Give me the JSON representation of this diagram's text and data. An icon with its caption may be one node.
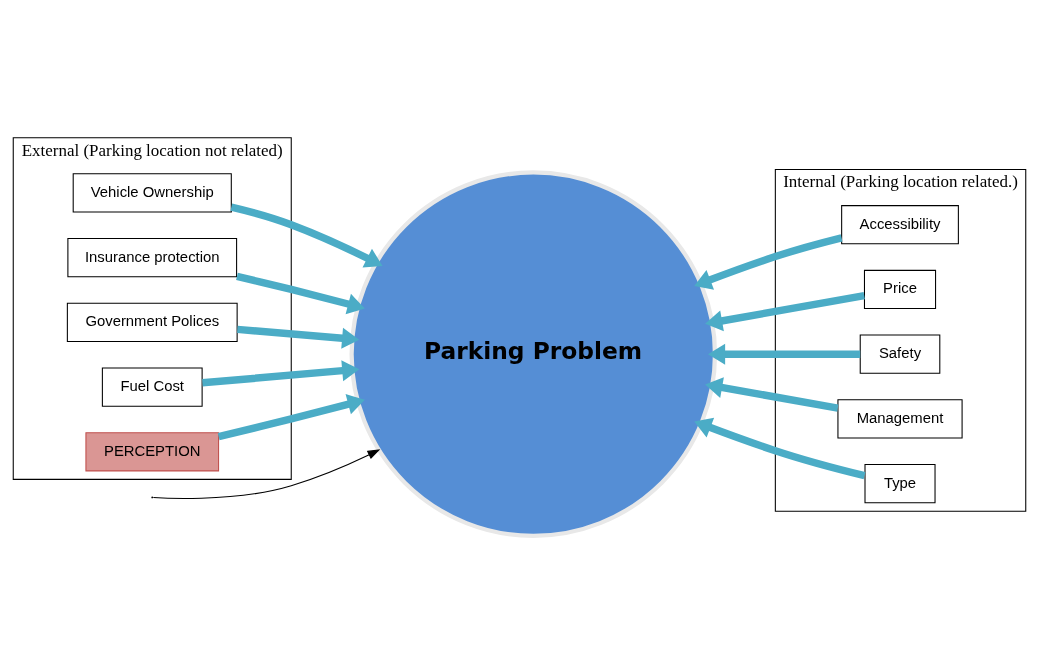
{
  "diagram": {
    "nodes": [
      {
        "text": [
          "External (Parking location not related)"
        ]
      },
      {
        "text": [
          "Internal (Parking location related.)"
        ]
      },
      {
        "text": [
          "Vehicle Ownership"
        ],
        "in": 0
      },
      {
        "text": [
          "Insurance protection"
        ],
        "in": 0
      },
      {
        "text": [
          "Government Polices"
        ],
        "in": 0
      },
      {
        "text": [
          "Fuel Cost"
        ],
        "in": 0
      },
      {
        "text": [
          "PERCEPTION"
        ],
        "in": 0
      },
      {
        "text": [
          "Accessibility"
        ],
        "in": 1
      },
      {
        "text": [
          "Price"
        ],
        "in": 1
      },
      {
        "text": [
          "Safety"
        ],
        "in": 1
      },
      {
        "text": [
          "Management"
        ],
        "in": 1
      },
      {
        "text": [
          "Type"
        ],
        "in": 1
      },
      {
        "text": [
          "Parking Problem"
        ]
      }
    ],
    "edges": [
      {
        "from": 2,
        "to": 12,
        "arrow": "to"
      },
      {
        "from": 3,
        "to": 12,
        "arrow": "to"
      },
      {
        "from": 4,
        "to": 12,
        "arrow": "to"
      },
      {
        "from": 5,
        "to": 12,
        "arrow": "to"
      },
      {
        "from": 6,
        "to": 12,
        "arrow": "to"
      },
      {
        "from": 7,
        "to": 12,
        "arrow": "to"
      },
      {
        "from": 8,
        "to": 12,
        "arrow": "to"
      },
      {
        "from": 9,
        "to": 12,
        "arrow": "to"
      },
      {
        "from": 10,
        "to": 12,
        "arrow": "to"
      },
      {
        "from": 11,
        "to": 12,
        "arrow": "to"
      },
      {
        "from": null,
        "to": 12,
        "arrow": "to",
        "color": "#000000"
      }
    ]
  }
}
